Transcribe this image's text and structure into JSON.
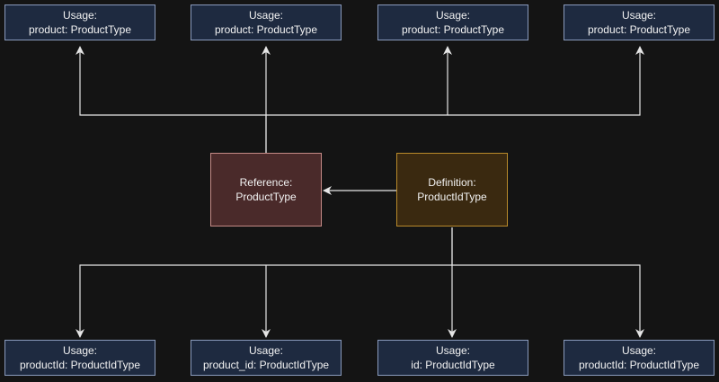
{
  "colors": {
    "background": "#141414",
    "connector": "#e6e6e6",
    "usage_fill": "#1e2a40",
    "usage_border": "#8a9bbd",
    "reference_fill": "#4a2a2a",
    "reference_border": "#c58a86",
    "definition_fill": "#3a2910",
    "definition_border": "#b98a2b"
  },
  "reference": {
    "line1": "Reference:",
    "line2": "ProductType"
  },
  "definition": {
    "line1": "Definition:",
    "line2": "ProductIdType"
  },
  "top_usages": [
    {
      "line1": "Usage:",
      "line2": "product: ProductType"
    },
    {
      "line1": "Usage:",
      "line2": "product: ProductType"
    },
    {
      "line1": "Usage:",
      "line2": "product: ProductType"
    },
    {
      "line1": "Usage:",
      "line2": "product: ProductType"
    }
  ],
  "bottom_usages": [
    {
      "line1": "Usage:",
      "line2": "productId: ProductIdType"
    },
    {
      "line1": "Usage:",
      "line2": "product_id: ProductIdType"
    },
    {
      "line1": "Usage:",
      "line2": "id: ProductIdType"
    },
    {
      "line1": "Usage:",
      "line2": "productId: ProductIdType"
    }
  ]
}
